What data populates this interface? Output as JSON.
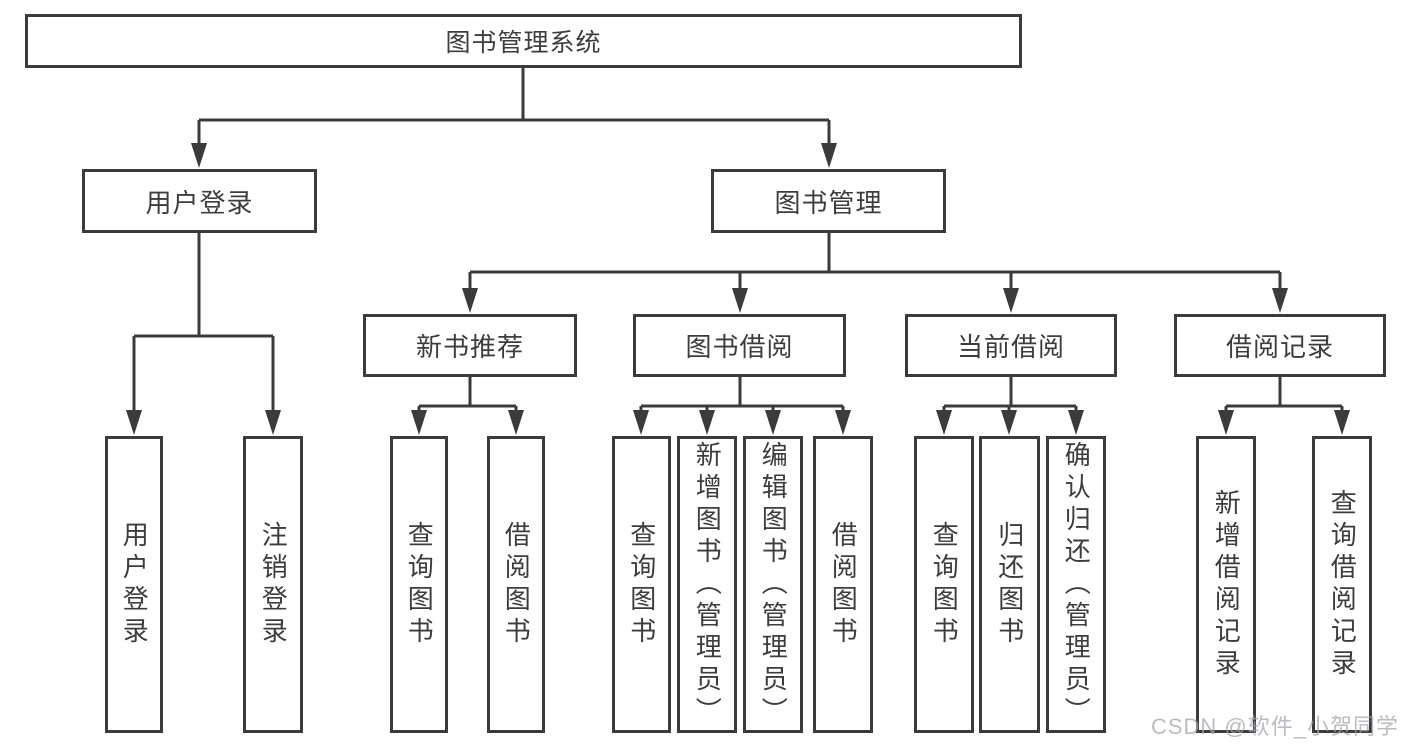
{
  "tree": {
    "label": "图书管理系统",
    "children": [
      {
        "label": "用户登录",
        "leaves": [
          {
            "label": "用户登录"
          },
          {
            "label": "注销登录"
          }
        ]
      },
      {
        "label": "图书管理",
        "children": [
          {
            "label": "新书推荐",
            "leaves": [
              {
                "label": "查询图书"
              },
              {
                "label": "借阅图书"
              }
            ]
          },
          {
            "label": "图书借阅",
            "leaves": [
              {
                "label": "查询图书"
              },
              {
                "label": "新增图书（管理员）"
              },
              {
                "label": "编辑图书（管理员）"
              },
              {
                "label": "借阅图书"
              }
            ]
          },
          {
            "label": "当前借阅",
            "leaves": [
              {
                "label": "查询图书"
              },
              {
                "label": "归还图书"
              },
              {
                "label": "确认归还（管理员）"
              }
            ]
          },
          {
            "label": "借阅记录",
            "leaves": [
              {
                "label": "新增借阅记录"
              },
              {
                "label": "查询借阅记录"
              }
            ]
          }
        ]
      }
    ]
  },
  "watermark": {
    "text": "CSDN @软件_小贺同学"
  },
  "colors": {
    "line": "#3b3b3b",
    "text": "#3d3d3d",
    "watermark": "#a4a6ad",
    "background": "#ffffff"
  }
}
